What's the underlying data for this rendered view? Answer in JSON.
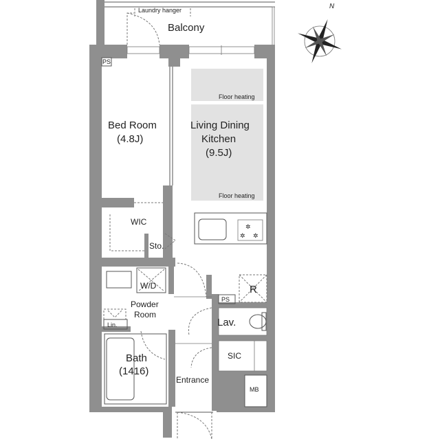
{
  "plan": {
    "compass_north": "N",
    "rooms": {
      "balcony": "Balcony",
      "laundry_hanger": "Laundry hanger",
      "ps_top": "PS",
      "bedroom_name": "Bed Room",
      "bedroom_size": "(4.8J)",
      "ldk_line1": "Living Dining",
      "ldk_line2": "Kitchen",
      "ldk_size": "(9.5J)",
      "floor_heating_1": "Floor heating",
      "floor_heating_2": "Floor heating",
      "wic": "WIC",
      "storage": "Sto.",
      "wd": "W/D",
      "powder_line1": "Powder",
      "powder_line2": "Room",
      "linen": "Lin.",
      "bath_name": "Bath",
      "bath_size": "(1416)",
      "fridge": "R",
      "ps_mid": "PS",
      "lavatory": "Lav.",
      "sic": "SIC",
      "entrance": "Entrance",
      "mb": "MB"
    },
    "colors": {
      "wall": "#8f8f8f",
      "floor_heating": "#e2e2e2"
    }
  }
}
